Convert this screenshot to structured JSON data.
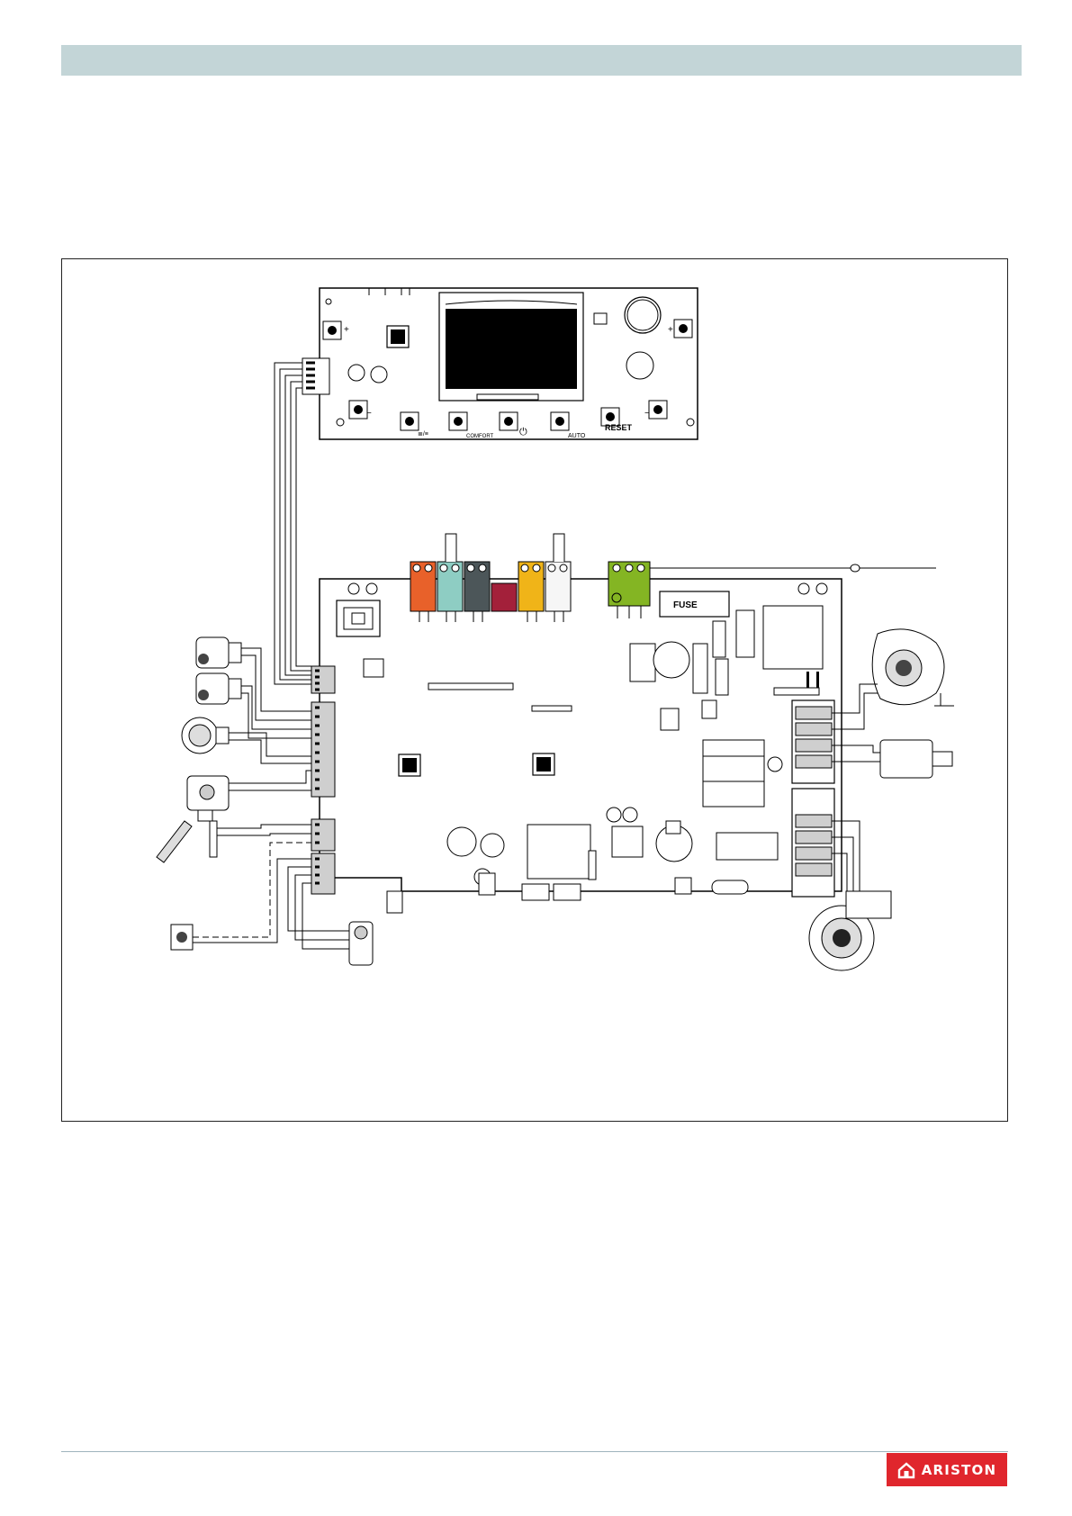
{
  "header": {
    "color": "#c3d5d7"
  },
  "display_board": {
    "button_labels": {
      "comfort": "COMFORT",
      "auto": "AUTO",
      "reset": "RESET"
    }
  },
  "main_board": {
    "fuse_label": "FUSE",
    "terminal_colors": [
      "#e8612a",
      "#8ecdc3",
      "#4c5659",
      "#a3203a",
      "#f0b418",
      "#f6f6f6",
      "#84b523"
    ]
  },
  "brand": {
    "name": "ARISTON",
    "color": "#e0262d"
  }
}
